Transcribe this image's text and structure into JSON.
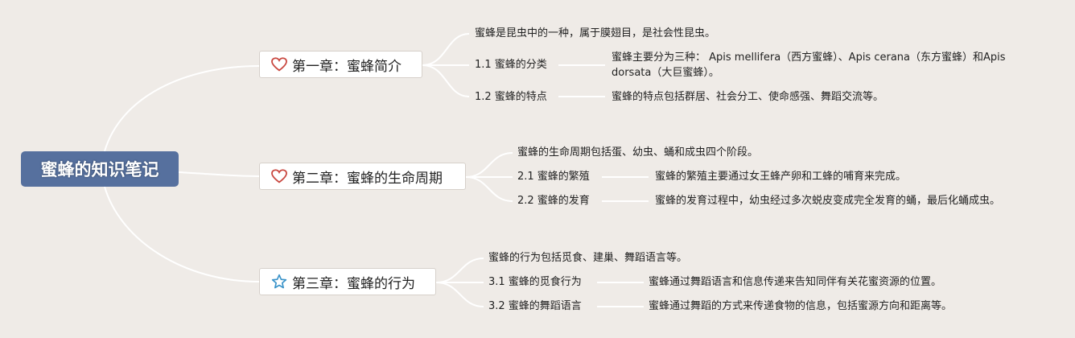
{
  "root": {
    "title": "蜜蜂的知识笔记"
  },
  "chapters": [
    {
      "title": "第一章：蜜蜂简介",
      "icon": "heart-icon",
      "summary": "蜜蜂是昆虫中的一种，属于膜翅目，是社会性昆虫。",
      "sections": [
        {
          "title": "1.1 蜜蜂的分类",
          "detail": "蜜蜂主要分为三种： Apis mellifera（西方蜜蜂）、Apis cerana（东方蜜蜂）和Apis dorsata（大巨蜜蜂）。"
        },
        {
          "title": "1.2 蜜蜂的特点",
          "detail": "蜜蜂的特点包括群居、社会分工、使命感强、舞蹈交流等。"
        }
      ]
    },
    {
      "title": "第二章：蜜蜂的生命周期",
      "icon": "heart-icon",
      "summary": "蜜蜂的生命周期包括蛋、幼虫、蛹和成虫四个阶段。",
      "sections": [
        {
          "title": "2.1 蜜蜂的繁殖",
          "detail": "蜜蜂的繁殖主要通过女王蜂产卵和工蜂的哺育来完成。"
        },
        {
          "title": "2.2 蜜蜂的发育",
          "detail": "蜜蜂的发育过程中，幼虫经过多次蜕皮变成完全发育的蛹，最后化蛹成虫。"
        }
      ]
    },
    {
      "title": "第三章：蜜蜂的行为",
      "icon": "star-icon",
      "summary": "蜜蜂的行为包括觅食、建巢、舞蹈语言等。",
      "sections": [
        {
          "title": "3.1 蜜蜂的觅食行为",
          "detail": "蜜蜂通过舞蹈语言和信息传递来告知同伴有关花蜜资源的位置。"
        },
        {
          "title": "3.2 蜜蜂的舞蹈语言",
          "detail": "蜜蜂通过舞蹈的方式来传递食物的信息，包括蜜源方向和距离等。"
        }
      ]
    }
  ],
  "colors": {
    "root_bg": "#56709e",
    "heart": "#c9473f",
    "star": "#3a93c9",
    "background": "#efebe7",
    "connector": "#ffffff"
  }
}
